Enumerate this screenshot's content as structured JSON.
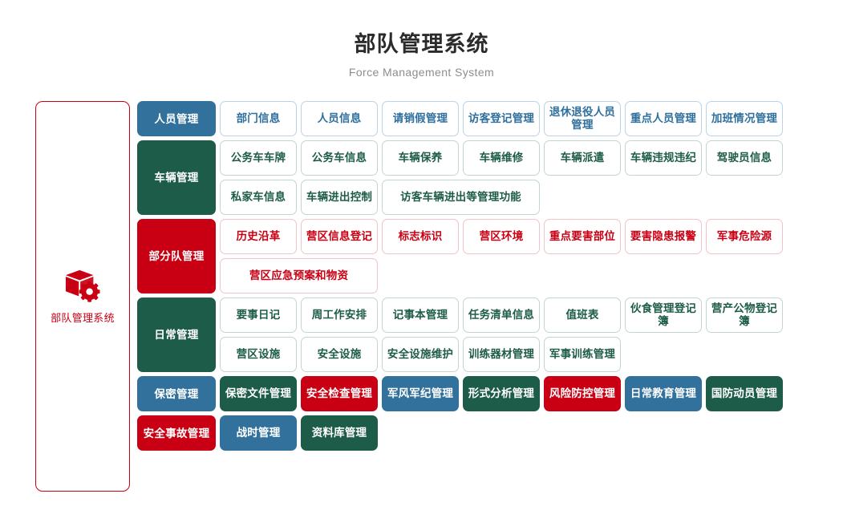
{
  "header": {
    "title": "部队管理系统",
    "subtitle": "Force Management System"
  },
  "sidebar": {
    "icon": "box-gear-icon",
    "label": "部队管理系统",
    "border_color": "#c90013",
    "text_color": "#c90013"
  },
  "colors": {
    "blue": "#31719c",
    "green": "#1d5c48",
    "red": "#c90013",
    "outline_blue": "#bcd3e4",
    "outline_green": "#c2d6ce",
    "outline_red": "#f0c4c8"
  },
  "categories": [
    {
      "label": "人员管理",
      "color": "blue",
      "rows": [
        [
          {
            "label": "部门信息",
            "style": "out-blue",
            "wide": false
          },
          {
            "label": "人员信息",
            "style": "out-blue",
            "wide": false
          },
          {
            "label": "请销假管理",
            "style": "out-blue",
            "wide": false
          },
          {
            "label": "访客登记管理",
            "style": "out-blue",
            "wide": false
          },
          {
            "label": "退休退役人员管理",
            "style": "out-blue",
            "wide": false
          },
          {
            "label": "重点人员管理",
            "style": "out-blue",
            "wide": false
          },
          {
            "label": "加班情况管理",
            "style": "out-blue",
            "wide": false
          }
        ]
      ]
    },
    {
      "label": "车辆管理",
      "color": "green",
      "rows": [
        [
          {
            "label": "公务车车牌",
            "style": "out-green",
            "wide": false
          },
          {
            "label": "公务车信息",
            "style": "out-green",
            "wide": false
          },
          {
            "label": "车辆保养",
            "style": "out-green",
            "wide": false
          },
          {
            "label": "车辆维修",
            "style": "out-green",
            "wide": false
          },
          {
            "label": "车辆派遣",
            "style": "out-green",
            "wide": false
          },
          {
            "label": "车辆违规违纪",
            "style": "out-green",
            "wide": false
          },
          {
            "label": "驾驶员信息",
            "style": "out-green",
            "wide": false
          }
        ],
        [
          {
            "label": "私家车信息",
            "style": "out-green",
            "wide": false
          },
          {
            "label": "车辆进出控制",
            "style": "out-green",
            "wide": false
          },
          {
            "label": "访客车辆进出等管理功能",
            "style": "out-green",
            "wide": true
          }
        ]
      ]
    },
    {
      "label": "部分队管理",
      "color": "red",
      "rows": [
        [
          {
            "label": "历史沿革",
            "style": "out-red",
            "wide": false
          },
          {
            "label": "营区信息登记",
            "style": "out-red",
            "wide": false
          },
          {
            "label": "标志标识",
            "style": "out-red",
            "wide": false
          },
          {
            "label": "营区环境",
            "style": "out-red",
            "wide": false
          },
          {
            "label": "重点要害部位",
            "style": "out-red",
            "wide": false
          },
          {
            "label": "要害隐患报警",
            "style": "out-red",
            "wide": false
          },
          {
            "label": "军事危险源",
            "style": "out-red",
            "wide": false
          }
        ],
        [
          {
            "label": "营区应急预案和物资",
            "style": "out-red",
            "wide": true
          }
        ]
      ]
    },
    {
      "label": "日常管理",
      "color": "green",
      "rows": [
        [
          {
            "label": "要事日记",
            "style": "out-green",
            "wide": false
          },
          {
            "label": "周工作安排",
            "style": "out-green",
            "wide": false
          },
          {
            "label": "记事本管理",
            "style": "out-green",
            "wide": false
          },
          {
            "label": "任务清单信息",
            "style": "out-green",
            "wide": false
          },
          {
            "label": "值班表",
            "style": "out-green",
            "wide": false
          },
          {
            "label": "伙食管理登记簿",
            "style": "out-green",
            "wide": false
          },
          {
            "label": "营产公物登记簿",
            "style": "out-green",
            "wide": false
          }
        ],
        [
          {
            "label": "营区设施",
            "style": "out-green",
            "wide": false
          },
          {
            "label": "安全设施",
            "style": "out-green",
            "wide": false
          },
          {
            "label": "安全设施维护",
            "style": "out-green",
            "wide": false
          },
          {
            "label": "训练器材管理",
            "style": "out-green",
            "wide": false
          },
          {
            "label": "军事训练管理",
            "style": "out-green",
            "wide": false
          }
        ]
      ]
    },
    {
      "label": "保密管理",
      "color": "blue",
      "rows": [
        [
          {
            "label": "保密文件管理",
            "style": "fill-green",
            "wide": false
          },
          {
            "label": "安全检查管理",
            "style": "fill-red",
            "wide": false
          },
          {
            "label": "军风军纪管理",
            "style": "fill-blue",
            "wide": false
          },
          {
            "label": "形式分析管理",
            "style": "fill-green",
            "wide": false
          },
          {
            "label": "风险防控管理",
            "style": "fill-red",
            "wide": false
          },
          {
            "label": "日常教育管理",
            "style": "fill-blue",
            "wide": false
          },
          {
            "label": "国防动员管理",
            "style": "fill-green",
            "wide": false
          }
        ]
      ]
    },
    {
      "label": "安全事故管理",
      "color": "red",
      "rows": [
        [
          {
            "label": "战时管理",
            "style": "fill-blue",
            "wide": false
          },
          {
            "label": "资料库管理",
            "style": "fill-green",
            "wide": false
          }
        ]
      ]
    }
  ]
}
